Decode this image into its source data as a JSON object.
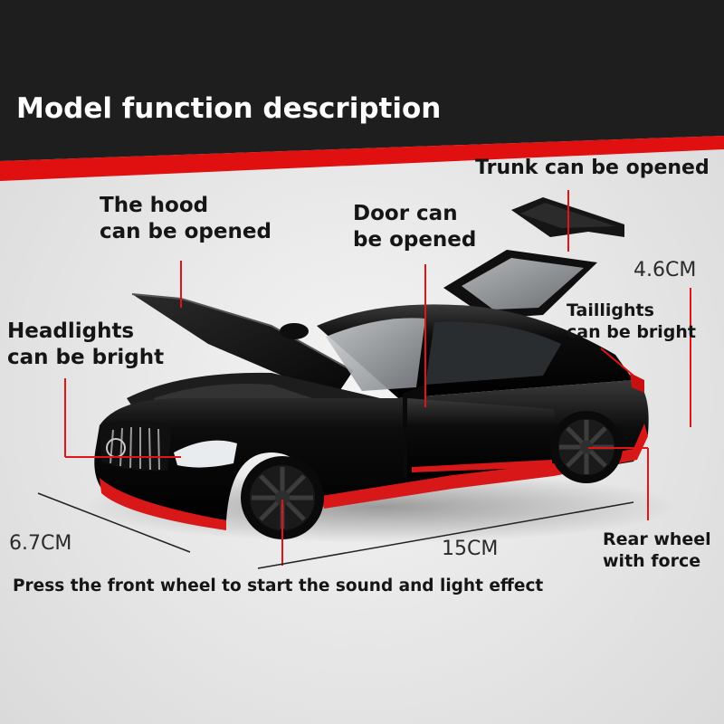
{
  "banner": {
    "title": "Model function description",
    "background_color": "#1e1e1e",
    "accent_color": "#e01010"
  },
  "callouts": {
    "hood": {
      "line1": "The hood",
      "line2": "can be opened"
    },
    "door": {
      "line1": "Door can",
      "line2": "be opened"
    },
    "trunk": {
      "text": "Trunk can be opened"
    },
    "headlights": {
      "line1": "Headlights",
      "line2": "can be bright"
    },
    "taillights": {
      "line1": "Taillights",
      "line2": "can be bright"
    },
    "rear_wheel": {
      "line1": "Rear wheel",
      "line2": "with force"
    }
  },
  "dimensions": {
    "height": "4.6CM",
    "width": "6.7CM",
    "length": "15CM"
  },
  "footer_note": "Press the front wheel to start the sound and light effect",
  "car": {
    "body_color": "#0b0b0b",
    "stripe_color": "#d81818",
    "rim_color": "#1a1a1a"
  }
}
